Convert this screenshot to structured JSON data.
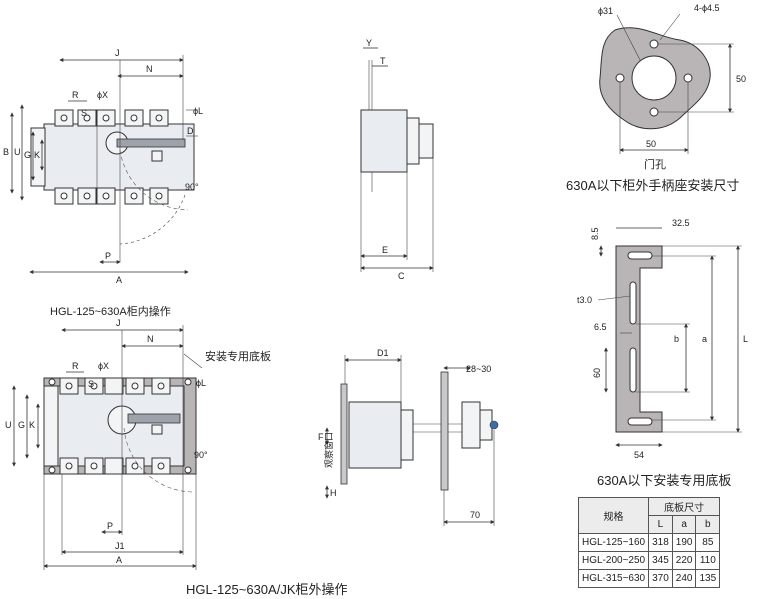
{
  "diagram1": {
    "caption": "HGL-125~630A柜内操作",
    "dims": {
      "J": "J",
      "N": "N",
      "R": "R",
      "S": "S",
      "phiX": "ϕX",
      "phiL": "ϕL",
      "D": "D",
      "B": "B",
      "U": "U",
      "G": "G",
      "K": "K",
      "P": "P",
      "A": "A",
      "angle": "90°"
    }
  },
  "side1": {
    "dims": {
      "Y": "Y",
      "T": "T",
      "E": "E",
      "C": "C"
    }
  },
  "diagram2": {
    "caption": "HGL-125~630A/JK柜外操作",
    "label_plate": "安装专用底板",
    "dims": {
      "J": "J",
      "N": "N",
      "R": "R",
      "S": "S",
      "phiX": "ϕX",
      "phiL": "ϕL",
      "U": "U",
      "G": "G",
      "K": "K",
      "P": "P",
      "J1": "J1",
      "A": "A",
      "angle": "90°"
    }
  },
  "side2": {
    "window_label": "观察窗口",
    "dims": {
      "D1": "D1",
      "F": "F",
      "H": "H",
      "range": "28~30",
      "seventy": "70"
    }
  },
  "door_hole": {
    "caption": "630A以下柜外手柄座安装尺寸",
    "sublabel": "门孔",
    "dims": {
      "d31": "ϕ31",
      "holes": "4-ϕ4.5",
      "w50": "50",
      "h50": "50"
    }
  },
  "plate": {
    "caption": "630A以下安装专用底板",
    "dims": {
      "d85": "8.5",
      "d325": "32.5",
      "t30": "t3.0",
      "d65": "6.5",
      "d60": "60",
      "b": "b",
      "a": "a",
      "L": "L",
      "d54": "54"
    }
  },
  "table": {
    "header_model": "规格",
    "header_group": "底板尺寸",
    "columns": [
      "L",
      "a",
      "b"
    ],
    "rows": [
      {
        "model": "HGL-125~160",
        "L": "318",
        "a": "190",
        "b": "85"
      },
      {
        "model": "HGL-200~250",
        "L": "345",
        "a": "220",
        "b": "110"
      },
      {
        "model": "HGL-315~630",
        "L": "370",
        "a": "240",
        "b": "135"
      }
    ]
  }
}
